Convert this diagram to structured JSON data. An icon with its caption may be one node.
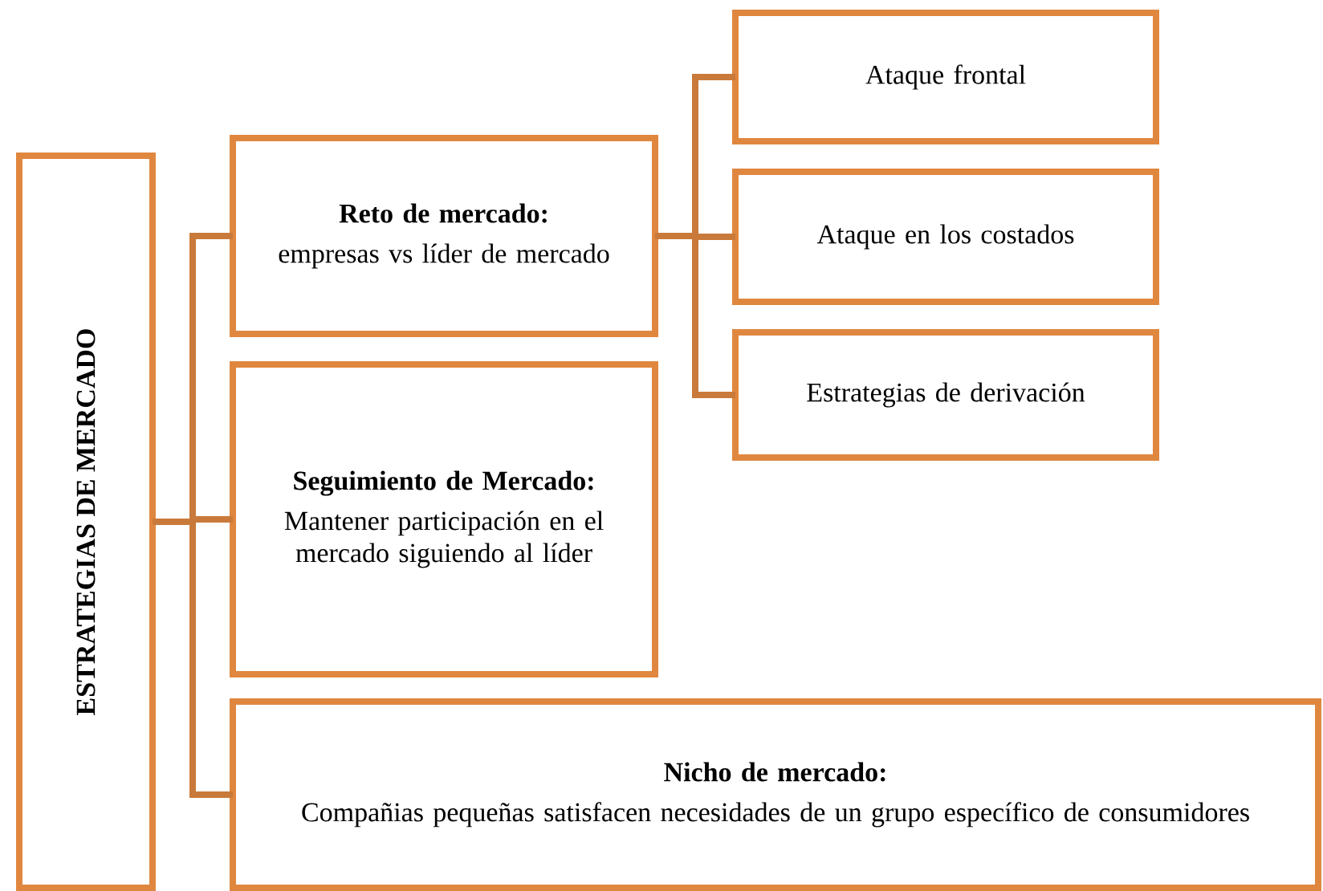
{
  "diagram": {
    "nodes": [
      {
        "text": [
          "ESTRATEGIAS DE MERCADO"
        ]
      },
      {
        "text": [
          "Reto de mercado:",
          "empresas vs líder de mercado"
        ]
      },
      {
        "text": [
          "Seguimiento de Mercado:",
          "Mantener participación en el mercado siguiendo al líder"
        ]
      },
      {
        "text": [
          "Nicho de mercado:",
          "Compañias pequeñas satisfacen necesidades de un grupo específico de consumidores"
        ]
      },
      {
        "text": [
          "Ataque frontal"
        ]
      },
      {
        "text": [
          "Ataque en los costados"
        ]
      },
      {
        "text": [
          "Estrategias de derivación"
        ]
      }
    ],
    "edges": [
      {
        "from": 0,
        "to": 1,
        "arrow": "none"
      },
      {
        "from": 0,
        "to": 2,
        "arrow": "none"
      },
      {
        "from": 0,
        "to": 3,
        "arrow": "none"
      },
      {
        "from": 1,
        "to": 4,
        "arrow": "none"
      },
      {
        "from": 1,
        "to": 5,
        "arrow": "none"
      },
      {
        "from": 1,
        "to": 6,
        "arrow": "none"
      }
    ]
  }
}
